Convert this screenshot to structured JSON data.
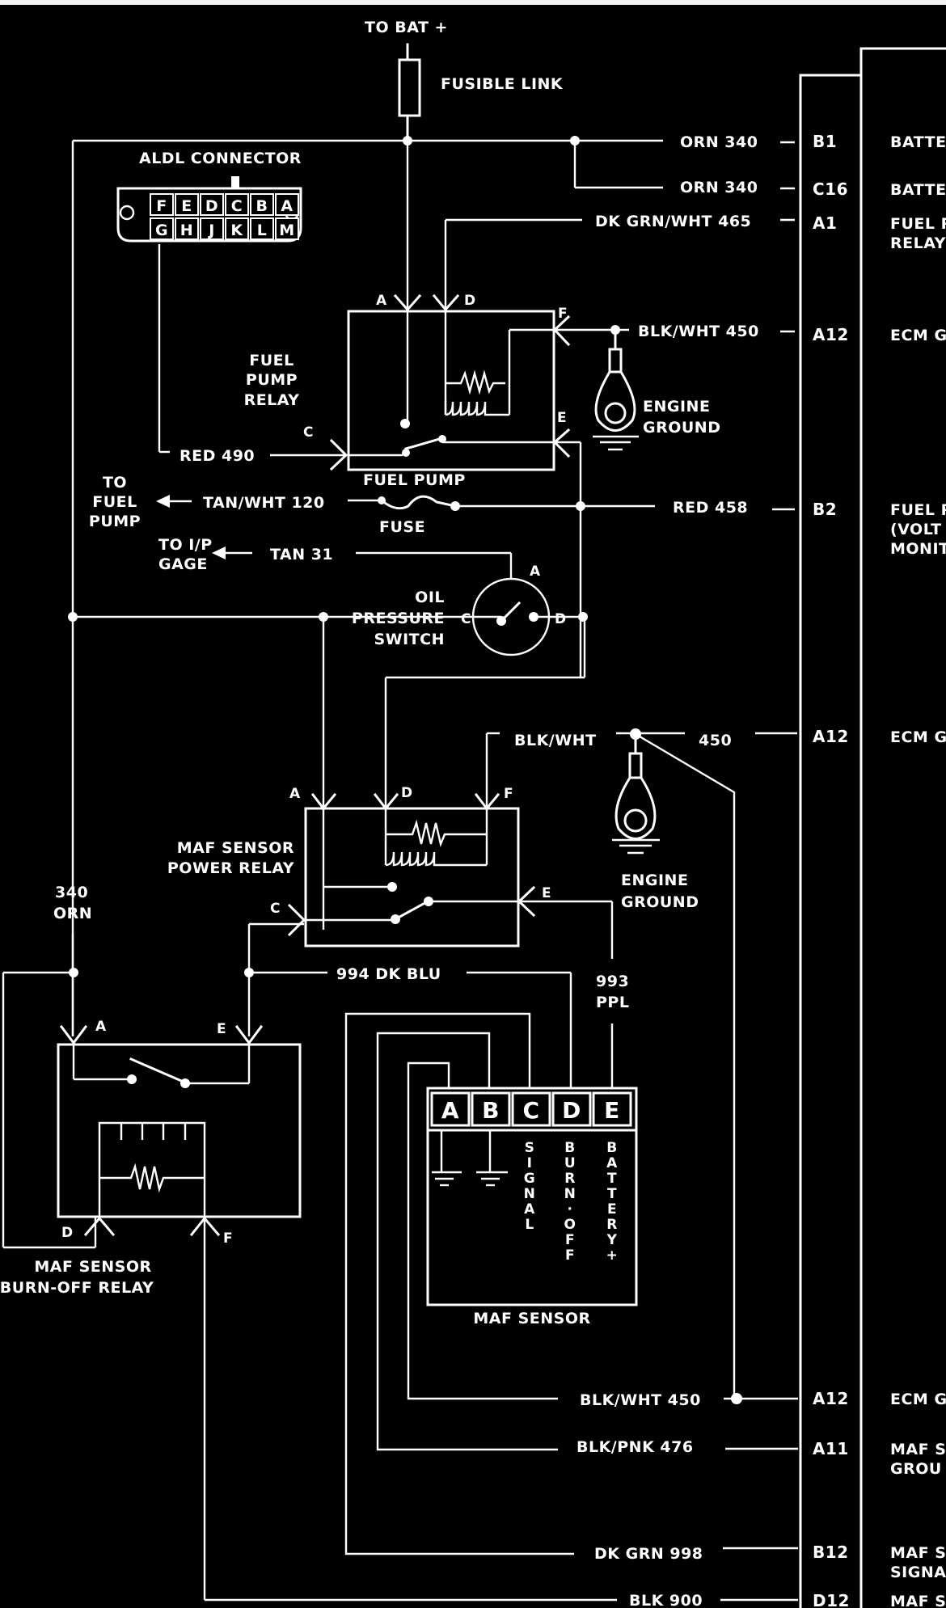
{
  "diagram": {
    "source_labels": {
      "to_battery": "TO BAT +",
      "fusible_link": "FUSIBLE LINK",
      "aldl_connector": "ALDL CONNECTOR"
    },
    "aldl_pins": {
      "top_row": [
        "F",
        "E",
        "D",
        "C",
        "B",
        "A"
      ],
      "bottom_row": [
        "G",
        "H",
        "J",
        "K",
        "L",
        "M"
      ]
    },
    "components": {
      "fuel_pump_relay": {
        "label_lines": [
          "FUEL",
          "PUMP",
          "RELAY"
        ],
        "pins": {
          "a": "A",
          "d": "D",
          "f": "F",
          "c": "C",
          "e": "E"
        }
      },
      "engine_ground_1": {
        "label_lines": [
          "ENGINE",
          "GROUND"
        ]
      },
      "fuel_pump_fuse": {
        "label_top": "FUEL PUMP",
        "label_bottom": "FUSE"
      },
      "oil_pressure_switch": {
        "label_lines": [
          "OIL",
          "PRESSURE",
          "SWITCH"
        ],
        "pins": {
          "a": "A",
          "c": "C",
          "d": "D"
        }
      },
      "maf_power_relay": {
        "label_lines": [
          "MAF SENSOR",
          "POWER RELAY"
        ],
        "pins": {
          "a": "A",
          "d": "D",
          "f": "F",
          "c": "C",
          "e": "E"
        }
      },
      "engine_ground_2": {
        "label_lines": [
          "ENGINE",
          "GROUND"
        ]
      },
      "maf_burnoff_relay": {
        "label_lines": [
          "MAF SENSOR",
          "BURN-OFF RELAY"
        ],
        "pins": {
          "a": "A",
          "e": "E",
          "d": "D",
          "f": "F"
        }
      },
      "maf_sensor": {
        "label": "MAF SENSOR",
        "pins": [
          "A",
          "B",
          "C",
          "D",
          "E"
        ],
        "functions": {
          "c": "SIGNAL",
          "d": "BURN-OFF",
          "e": "BATTERY+"
        }
      }
    },
    "outputs": {
      "to_fuel_pump": [
        "TO",
        "FUEL",
        "PUMP"
      ],
      "to_ip_gage": [
        "TO I/P",
        "GAGE"
      ]
    },
    "wires": {
      "orn_340_b1": "ORN 340",
      "orn_340_c16": "ORN 340",
      "dkgrnwht_465": "DK GRN/WHT 465",
      "blkwht_450_top": "BLK/WHT 450",
      "red_490": "RED 490",
      "tanwht_120": "TAN/WHT 120",
      "red_458": "RED 458",
      "tan_31": "TAN 31",
      "blkwht_mid": "BLK/WHT",
      "num_450_mid": "450",
      "orn_340_left": [
        "340",
        "ORN"
      ],
      "dkblu_994": "994 DK BLU",
      "ppl_993": [
        "993",
        "PPL"
      ],
      "blkwht_450_bottom": "BLK/WHT 450",
      "blkpnk_476": "BLK/PNK 476",
      "dkgrn_998": "DK GRN 998",
      "blk_900": "BLK 900"
    },
    "ecm_connector": {
      "rows": [
        {
          "pin": "B1",
          "desc": [
            "BATTE"
          ]
        },
        {
          "pin": "C16",
          "desc": [
            "BATTE"
          ]
        },
        {
          "pin": "A1",
          "desc": [
            "FUEL P",
            "RELAY"
          ]
        },
        {
          "pin": "A12",
          "desc": [
            "ECM G"
          ]
        },
        {
          "pin": "B2",
          "desc": [
            "FUEL P",
            "(VOLT",
            "MONIT"
          ]
        },
        {
          "pin": "A12",
          "desc": [
            "ECM G"
          ]
        },
        {
          "pin": "A12",
          "desc": [
            "ECM G"
          ]
        },
        {
          "pin": "A11",
          "desc": [
            "MAF S",
            "GROU"
          ]
        },
        {
          "pin": "B12",
          "desc": [
            "MAF S",
            "SIGNA"
          ]
        },
        {
          "pin": "D12",
          "desc": [
            "MAF S"
          ]
        }
      ]
    }
  }
}
